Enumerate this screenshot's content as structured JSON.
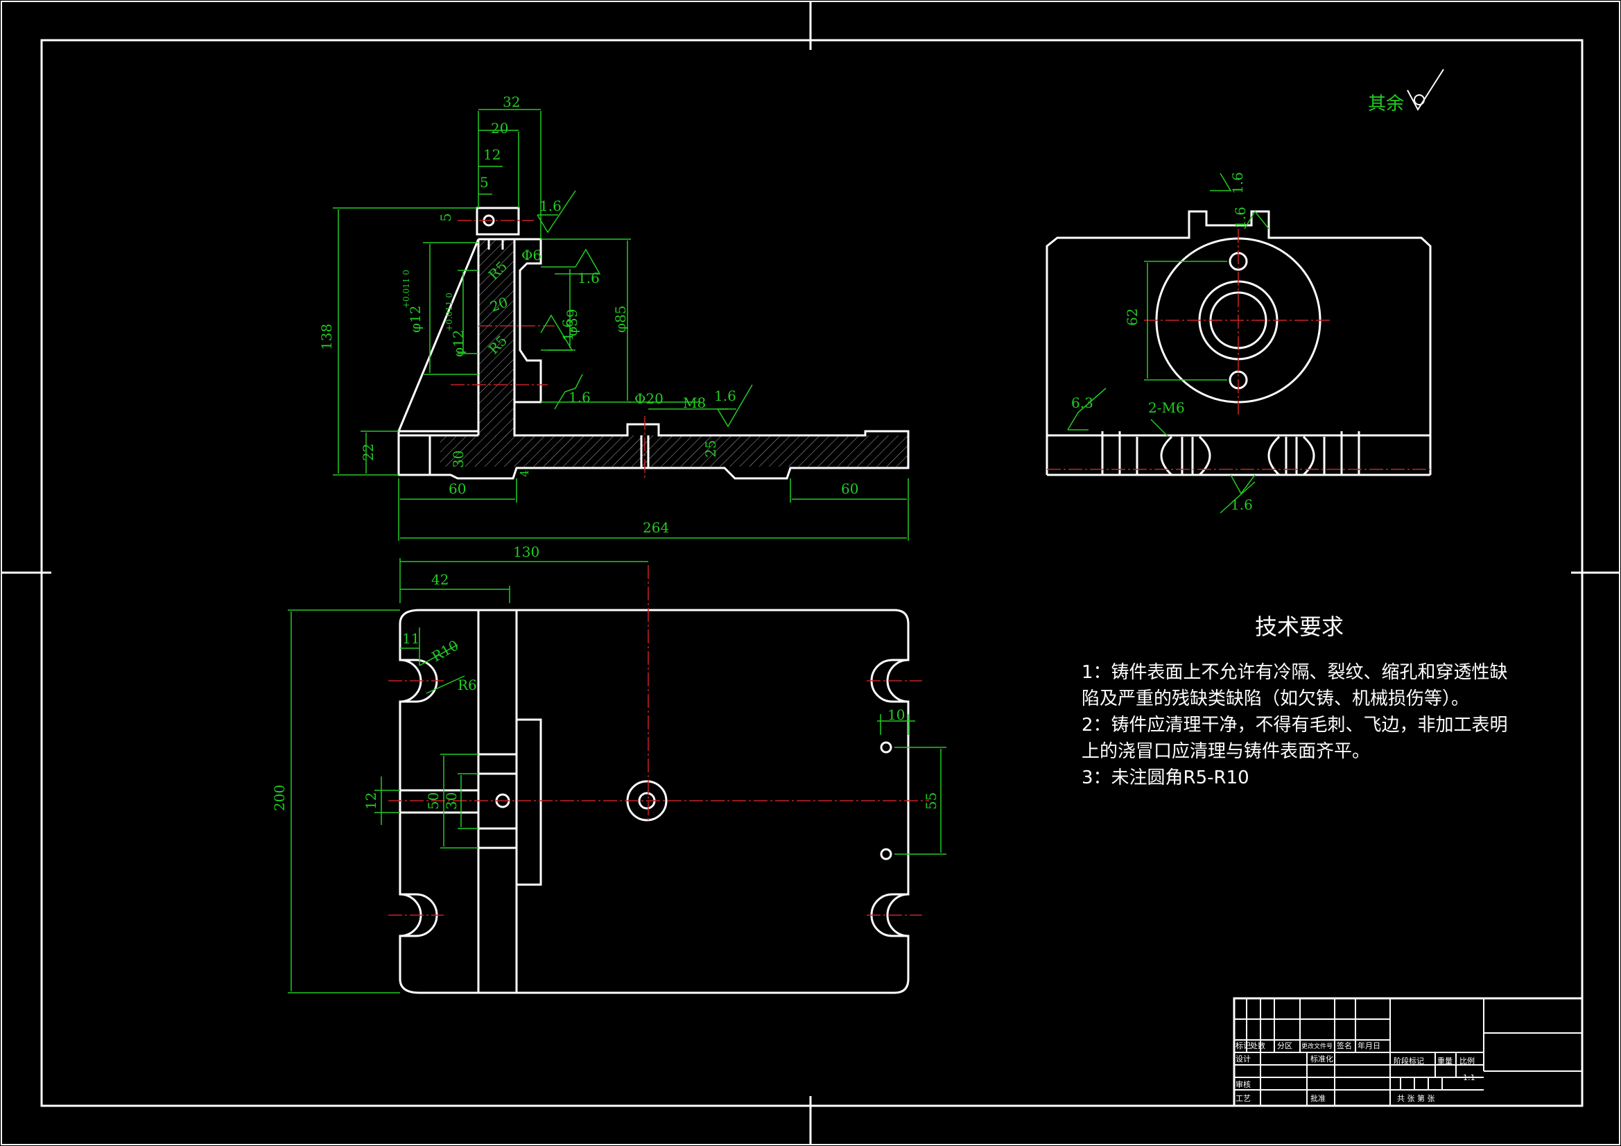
{
  "roughness_note": "其余",
  "tech_requirements": {
    "title": "技术要求",
    "lines": [
      "1：铸件表面上不允许有冷隔、裂纹、缩孔和穿透性缺",
      "陷及严重的残缺类缺陷（如欠铸、机械损伤等）。",
      "2：铸件应清理干净，不得有毛刺、飞边，非加工表明",
      "上的浇冒口应清理与铸件表面齐平。",
      "3：未注圆角R5-R10"
    ]
  },
  "front_view": {
    "dims": {
      "d32": "32",
      "d20": "20",
      "d12": "12",
      "d5": "5",
      "d5v": "5",
      "d138": "138",
      "d22": "22",
      "d60a": "60",
      "d60b": "60",
      "d264": "264",
      "d30": "30",
      "d25": "25",
      "d4": "4",
      "d85": "φ85",
      "d39": "φ39",
      "d6": "Φ6",
      "d20b": "Φ20",
      "m8": "M8",
      "r5": "R5",
      "d20c": "20",
      "d12a": "φ12",
      "d12a_tol": "+0.011 0",
      "d12b": "φ12",
      "d12b_tol": "+0.011 0",
      "ra1": "1.6",
      "ra2": "1.6",
      "ra3": "1.6",
      "ra4": "1.6",
      "ra5": "1.6",
      "r5b": "R5"
    }
  },
  "side_view": {
    "dims": {
      "d62": "62",
      "m6": "2-M6",
      "ra63": "6.3",
      "ra16a": "1.6",
      "ra16b": "1.6",
      "ra16c": "1.6"
    }
  },
  "top_view": {
    "dims": {
      "d130": "130",
      "d42": "42",
      "d11": "11",
      "r10": "R10",
      "r6": "R6",
      "d200": "200",
      "d12": "12",
      "d50": "50",
      "d30": "30",
      "d10": "10",
      "d55": "55"
    }
  },
  "title_block": {
    "row1": [
      "标记",
      "处数",
      "分区",
      "更改文件号",
      "签名",
      "年月日"
    ],
    "design": "设计",
    "standard": "标准化",
    "stage": "阶段标记",
    "weight": "重量",
    "scale": "比例",
    "scale_value": "1:1",
    "review": "审核",
    "process": "工艺",
    "approve": "批准",
    "sheets": "共 张 第 张"
  }
}
